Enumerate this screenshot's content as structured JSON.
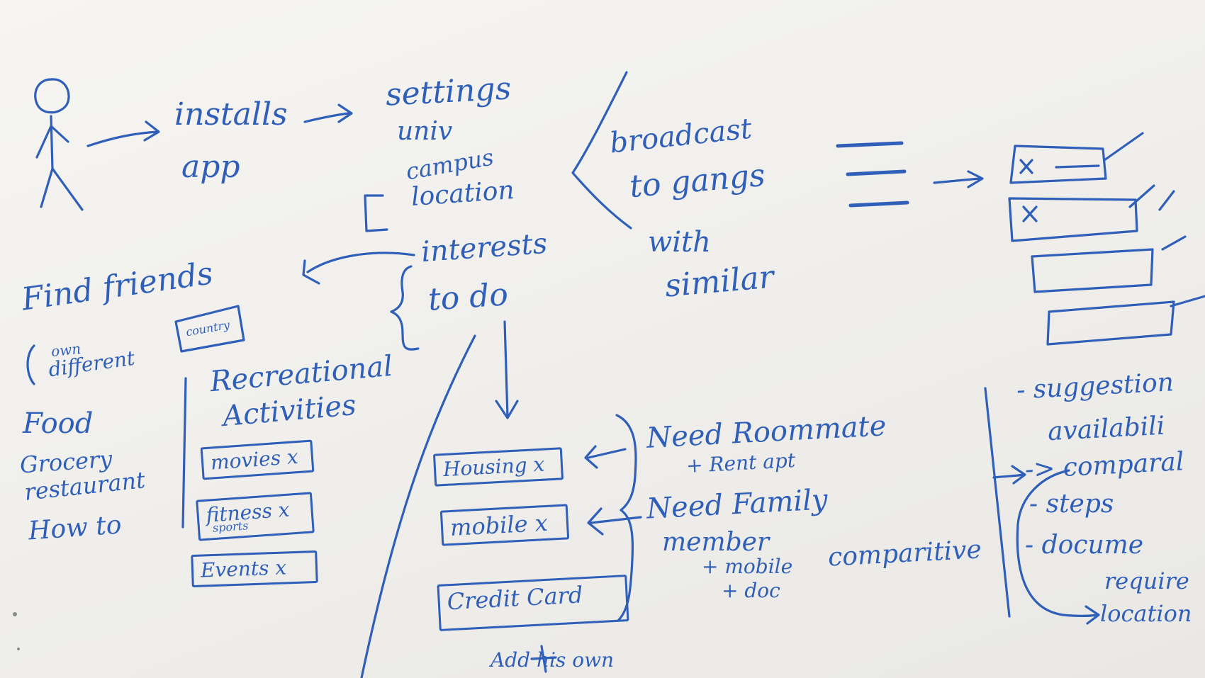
{
  "flow": {
    "installs": "installs",
    "app": "app",
    "settings": "settings",
    "univ": "univ",
    "campus": "campus",
    "location": "location",
    "interests": "interests",
    "to_do": "to do",
    "broadcast": "broadcast",
    "to_gangs": "to gangs",
    "with": "with",
    "similar": "similar"
  },
  "friends": {
    "title": "Find friends",
    "own": "own",
    "different": "different",
    "country": "country"
  },
  "left_list": [
    "Food",
    "Grocery",
    "restaurant",
    "How to"
  ],
  "recreational": {
    "line1": "Recreational",
    "line2": "Activities",
    "chips": [
      "movies x",
      "fitness x",
      "Events x"
    ],
    "sports": "sports"
  },
  "needs": {
    "chips": [
      "Housing x",
      "mobile x",
      "Credit Card"
    ],
    "roommate": "Need Roommate",
    "rent": "+ Rent apt",
    "family": "Need Family",
    "member": "member",
    "mobile": "+ mobile",
    "doc": "+ doc",
    "comparitive": "comparitive",
    "add_own": "Add his own"
  },
  "details": {
    "suggestion": "- suggestion",
    "availability": "availabili",
    "comparative": "-> comparal",
    "steps": "- steps",
    "documents": "- docume",
    "required": "require",
    "location": "location"
  }
}
